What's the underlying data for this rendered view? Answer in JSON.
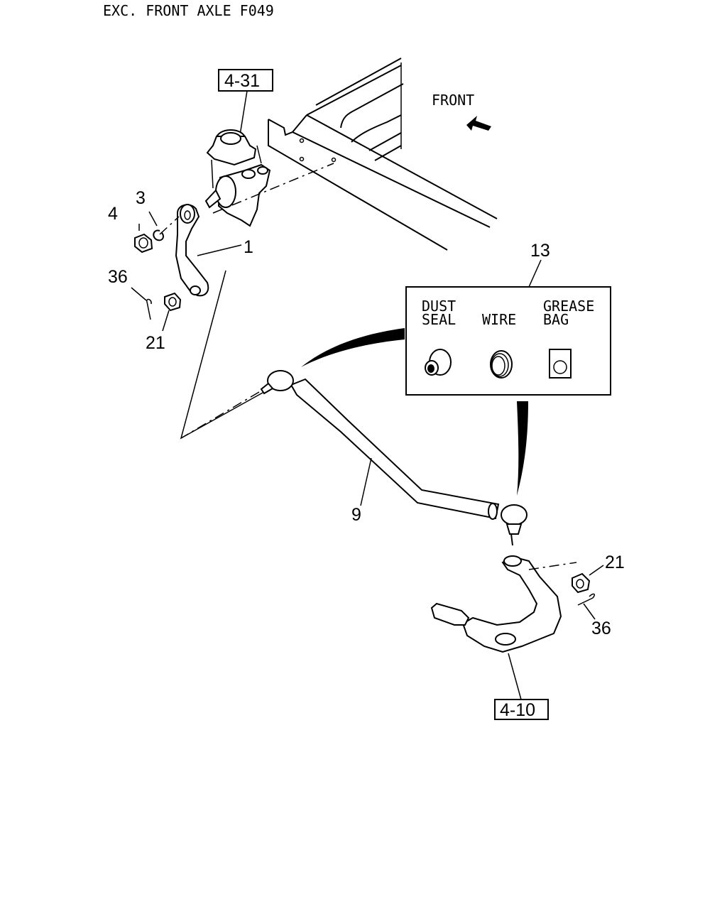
{
  "header": "EXC. FRONT AXLE F049",
  "direction_label": "FRONT",
  "refs": {
    "steering_gear": "4-31",
    "knuckle": "4-10"
  },
  "callouts": {
    "idler_arm": "1",
    "washer": "3",
    "nut_top": "4",
    "cotter_pin_left": "36",
    "castle_nut_left": "21",
    "drag_link": "9",
    "repair_kit": "13",
    "castle_nut_right": "21",
    "cotter_pin_right": "36"
  },
  "kit": {
    "dust_seal_line1": "DUST",
    "dust_seal_line2": "SEAL",
    "wire": "WIRE",
    "grease_bag_line1": "GREASE",
    "grease_bag_line2": "BAG"
  }
}
